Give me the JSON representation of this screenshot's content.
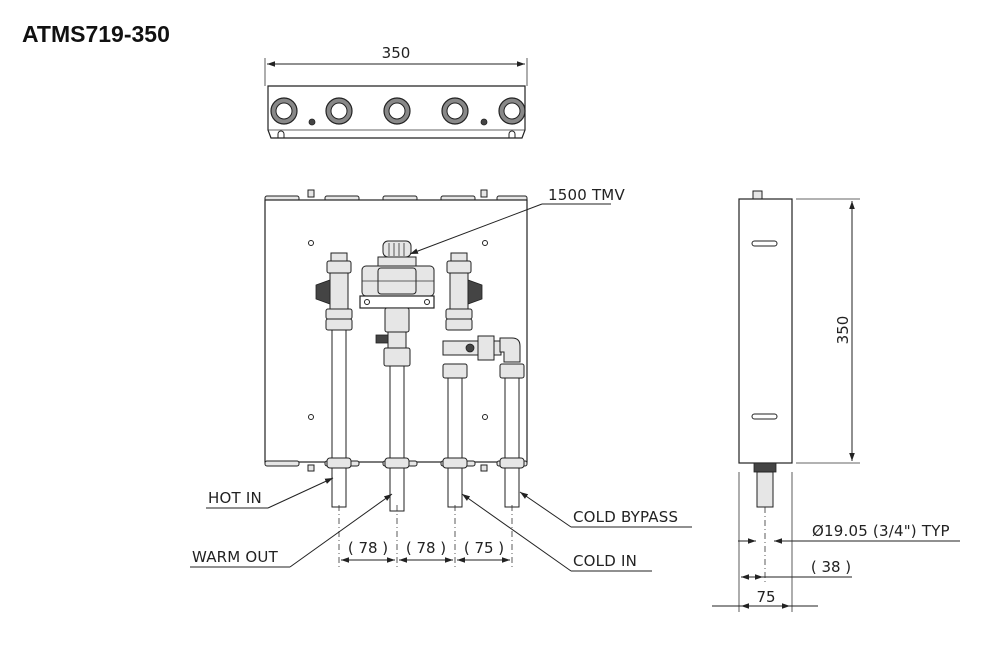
{
  "title": "ATMS719-350",
  "dimensions": {
    "top_width": "350",
    "side_height": "350",
    "spacing_1": "( 78 )",
    "spacing_2": "( 78 )",
    "spacing_3": "( 75 )",
    "pipe_diameter": "Ø19.05 (3/4\") TYP",
    "pipe_offset": "( 38 )",
    "depth": "75"
  },
  "callouts": {
    "tmv": "1500 TMV",
    "hot_in": "HOT IN",
    "warm_out": "WARM OUT",
    "cold_bypass": "COLD BYPASS",
    "cold_in": "COLD IN"
  }
}
